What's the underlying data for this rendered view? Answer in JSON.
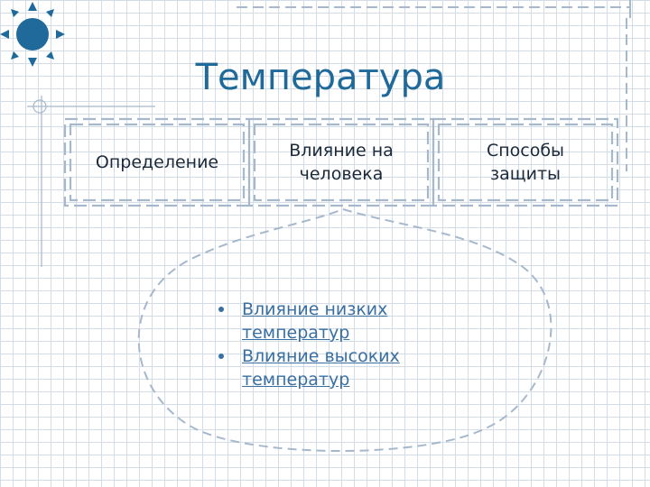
{
  "slide": {
    "title": "Температура",
    "nav": [
      {
        "label": "Определение"
      },
      {
        "label": "Влияние на человека"
      },
      {
        "label": "Способы защиты"
      }
    ],
    "callout_items": [
      {
        "label": "Влияние низких температур"
      },
      {
        "label": "Влияние высоких температур"
      }
    ]
  },
  "icons": {
    "logo": "sun-icon"
  },
  "colors": {
    "title": "#1f6a9a",
    "frame": "#a6b8cc",
    "link": "#3a6fa2",
    "sun": "#1f6a9a",
    "grid": "#d4dce6"
  }
}
